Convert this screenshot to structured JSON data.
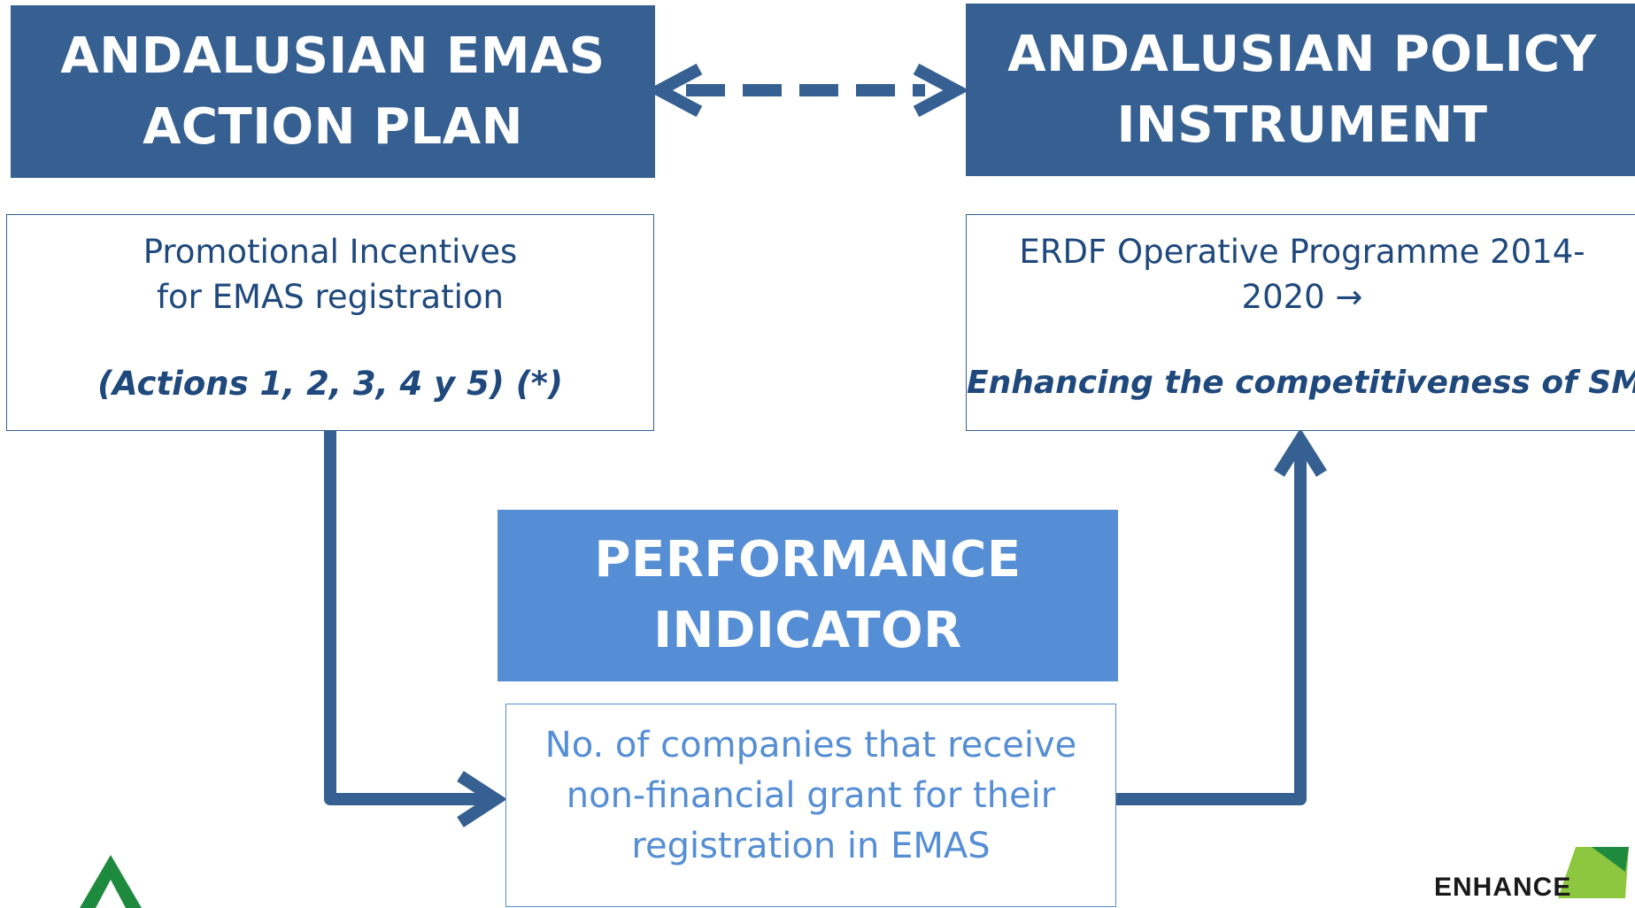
{
  "action_plan": {
    "title_lines": [
      "ANDALUSIAN EMAS",
      "ACTION PLAN"
    ],
    "body_lines": [
      "Promotional  Incentives",
      "for EMAS registration"
    ],
    "emphasis": "(Actions 1, 2, 3, 4 y 5) (*)"
  },
  "policy_instrument": {
    "title_lines": [
      "ANDALUSIAN POLICY",
      "INSTRUMENT"
    ],
    "body_lines": [
      "ERDF Operative  Programme 2014-",
      "2020 →"
    ],
    "emphasis": "Enhancing the competitiveness of SMEs"
  },
  "performance_indicator": {
    "title_lines": [
      "PERFORMANCE",
      "INDICATOR"
    ],
    "body_lines": [
      "No. of  companies that receive",
      "non-financial grant  for their",
      "registration in EMAS"
    ]
  },
  "logos": {
    "right_text": "ENHANCE"
  },
  "colors": {
    "dark_blue": "#366092",
    "light_blue": "#558ed5",
    "green": "#1e8a3e",
    "lime": "#8dc63f"
  }
}
